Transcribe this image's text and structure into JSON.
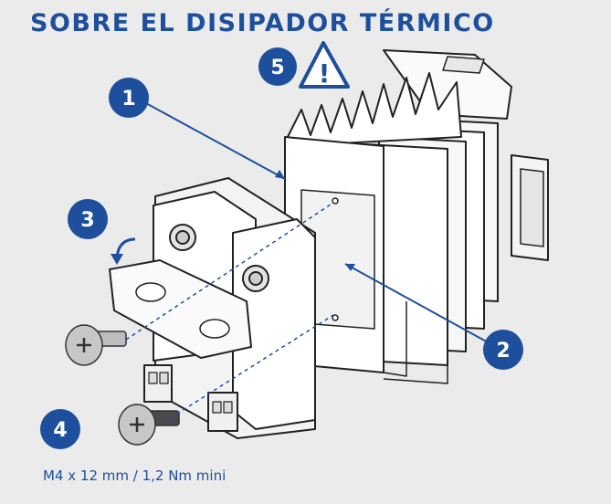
{
  "title": "SOBRE EL DISIPADOR TÉRMICO",
  "caption": "M4 x 12 mm / 1,2 Nm mini",
  "accent_color": "#1d4f9c",
  "steps": {
    "step1": "1",
    "step2": "2",
    "step3": "3",
    "step4": "4",
    "step5": "5"
  },
  "warning": {
    "icon": "warning-triangle-icon",
    "symbol": "!"
  }
}
